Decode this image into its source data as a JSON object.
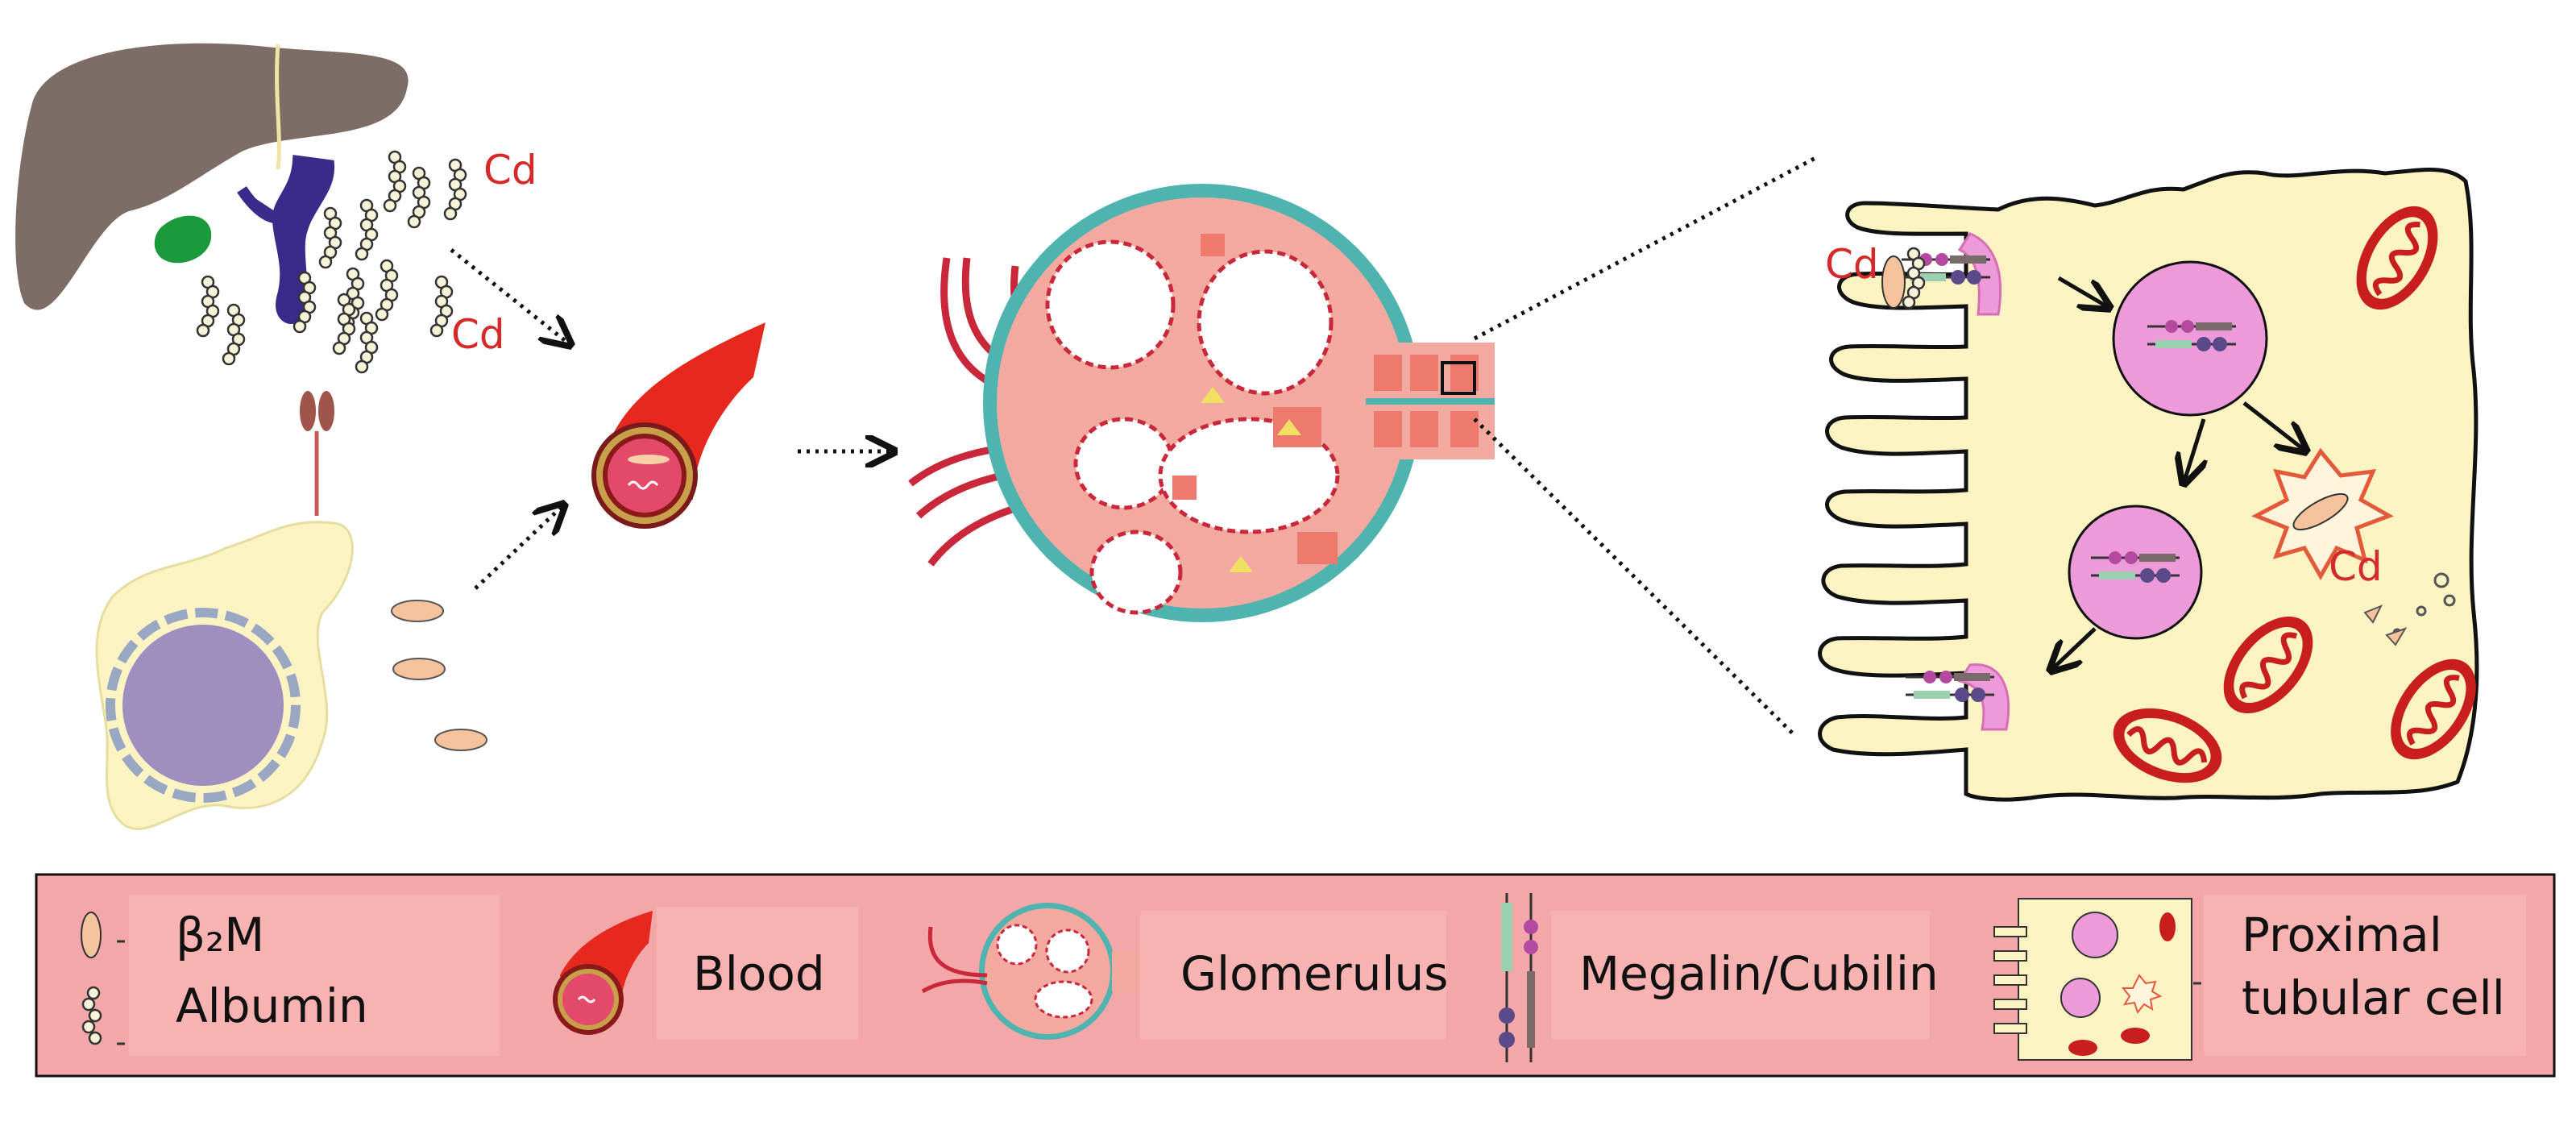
{
  "figure": {
    "cd_label": "Cd",
    "legend": {
      "b2m_label": "β₂M",
      "albumin_label": "Albumin",
      "blood_label": "Blood",
      "glomerulus_label": "Glomerulus",
      "megalin_label": "Megalin/Cubilin",
      "proximal_line1": "Proximal",
      "proximal_line2": "tubular cell"
    }
  },
  "colors": {
    "liver": "#7d6d67",
    "gallbladder": "#1a9a3c",
    "bile_duct": "#3a2a8a",
    "cd_text": "#d42a2a",
    "b2m": "#f4c39c",
    "blood": "#e6281e",
    "kidney_pink": "#f2aaa0",
    "kidney_teal": "#4fb3b0",
    "capillary_red": "#c8283a",
    "cell_cream": "#fbf4c2",
    "vesicle_pink": "#ec9ad8",
    "legend_bg": "#f4a7a8"
  },
  "icons": [
    "liver-icon",
    "lymphocyte-icon",
    "blood-vessel-icon",
    "glomerulus-icon",
    "proximal-tubular-cell-icon",
    "megalin-cubilin-icon",
    "mitochondrion-icon",
    "albumin-chain-icon",
    "b2m-particle-icon"
  ]
}
